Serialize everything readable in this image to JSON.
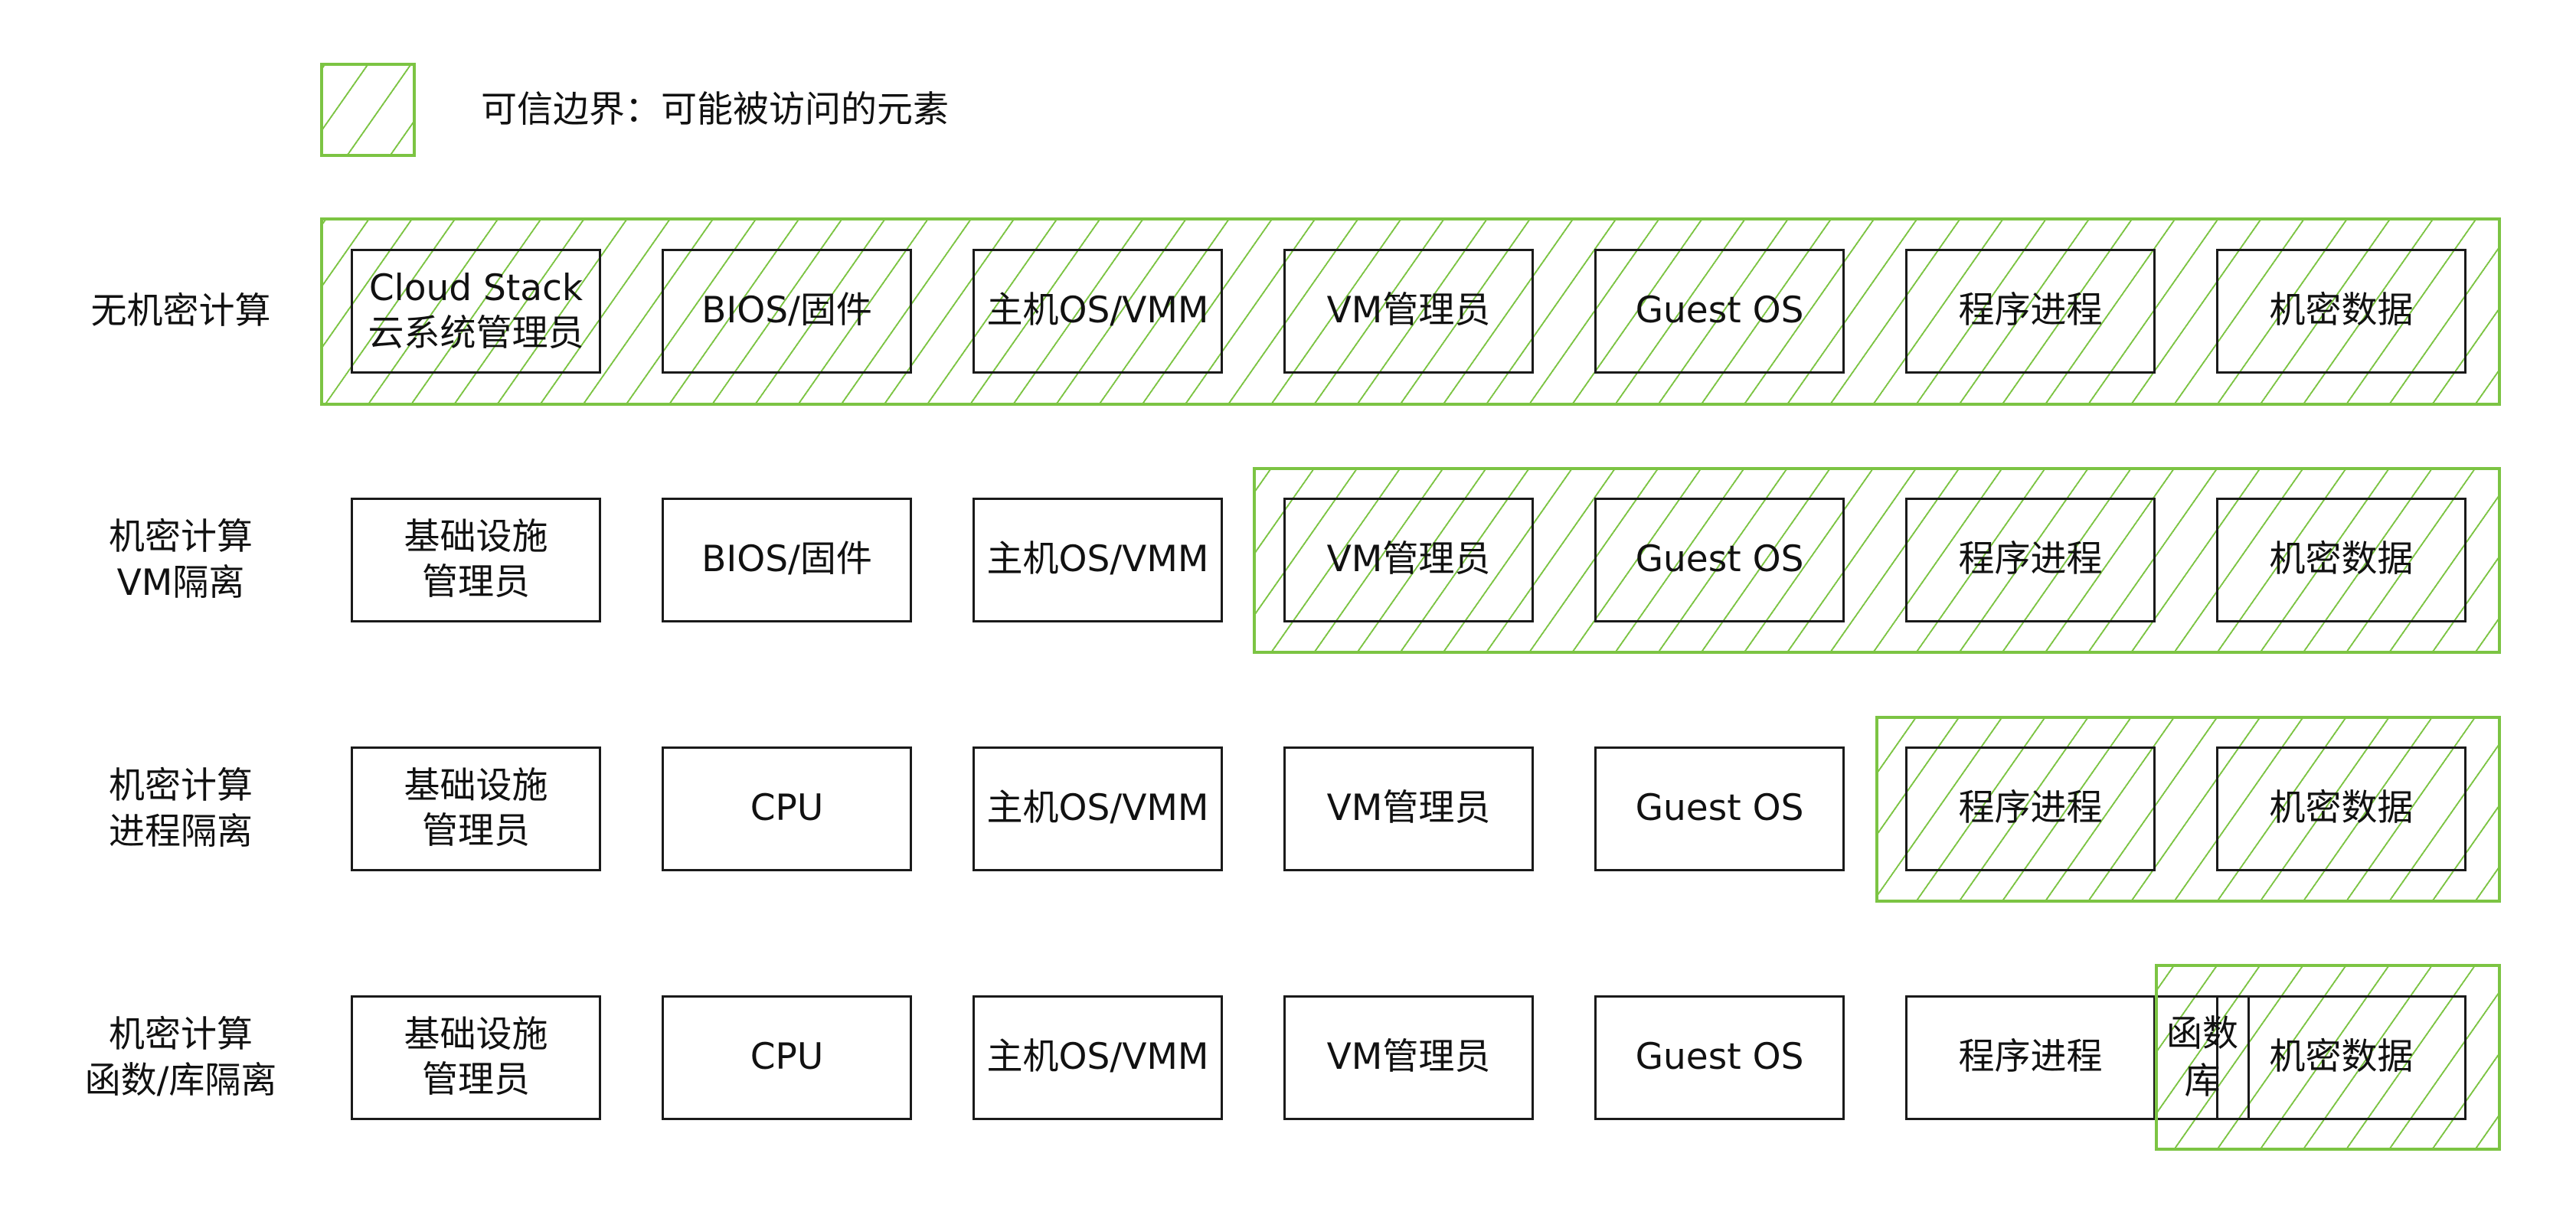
{
  "legend": {
    "text": "可信边界：可能被访问的元素"
  },
  "rows": [
    {
      "label": "无机密计算",
      "boxes": [
        "Cloud Stack\n云系统管理员",
        "BIOS/固件",
        "主机OS/VMM",
        "VM管理员",
        "Guest OS",
        "程序进程",
        "机密数据"
      ],
      "trusted_from": 0
    },
    {
      "label": "机密计算\nVM隔离",
      "boxes": [
        "基础设施\n管理员",
        "BIOS/固件",
        "主机OS/VMM",
        "VM管理员",
        "Guest OS",
        "程序进程",
        "机密数据"
      ],
      "trusted_from": 3
    },
    {
      "label": "机密计算\n进程隔离",
      "boxes": [
        "基础设施\n管理员",
        "CPU",
        "主机OS/VMM",
        "VM管理员",
        "Guest OS",
        "程序进程",
        "机密数据"
      ],
      "trusted_from": 5
    },
    {
      "label": "机密计算\n函数/库隔离",
      "boxes": [
        "基础设施\n管理员",
        "CPU",
        "主机OS/VMM",
        "VM管理员",
        "Guest OS",
        "程序进程",
        "机密数据"
      ],
      "inner_box": "函数\n库",
      "trusted_from": 6
    }
  ],
  "colors": {
    "trust_boundary": "#7cc443",
    "box_border": "#1a1a1a"
  }
}
